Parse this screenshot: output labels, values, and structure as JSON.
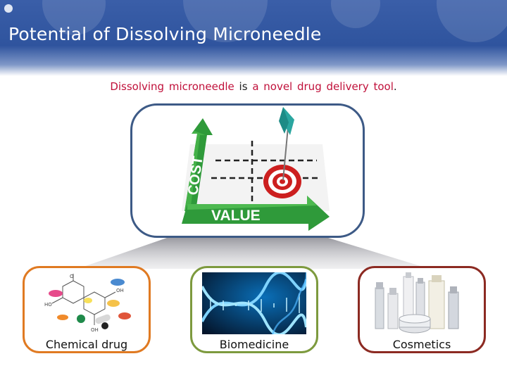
{
  "slide": {
    "title": "Potential of Dissolving Microneedle",
    "subtitle": {
      "part1": "Dissolving microneedle",
      "part2": " is ",
      "part3": "a novel drug delivery tool",
      "part4": "."
    }
  },
  "graphic": {
    "cost_label": "COST",
    "value_label": "VALUE"
  },
  "cards": [
    {
      "label": "Chemical drug"
    },
    {
      "label": "Biomedicine"
    },
    {
      "label": "Cosmetics"
    }
  ],
  "colors": {
    "header": "#2f549e",
    "accent_red": "#c0103a",
    "box_border": "#3d5a86",
    "chem_border": "#e07a22",
    "bio_border": "#7d9a3e",
    "cos_border": "#8c2a22",
    "arrow_green": "#2f9a3a"
  }
}
